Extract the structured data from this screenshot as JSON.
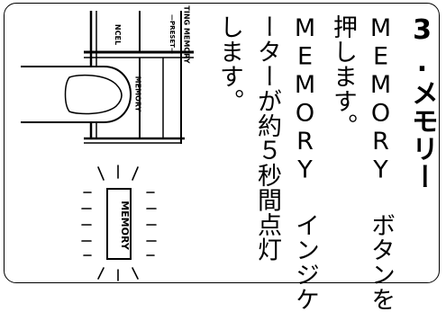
{
  "heading": "3.メモリー",
  "instruction_lines": [
    "MEMORY ボタンを",
    "押します。",
    "MEMORY インジケ",
    "ーターが約５秒間点灯",
    "します。"
  ],
  "panel_labels": {
    "ting_memory": "TING MEMORY",
    "preset": "—PRESET—",
    "ncel": "NCEL",
    "memory_button": "MEMORY"
  },
  "indicator_label": "MEMORY"
}
